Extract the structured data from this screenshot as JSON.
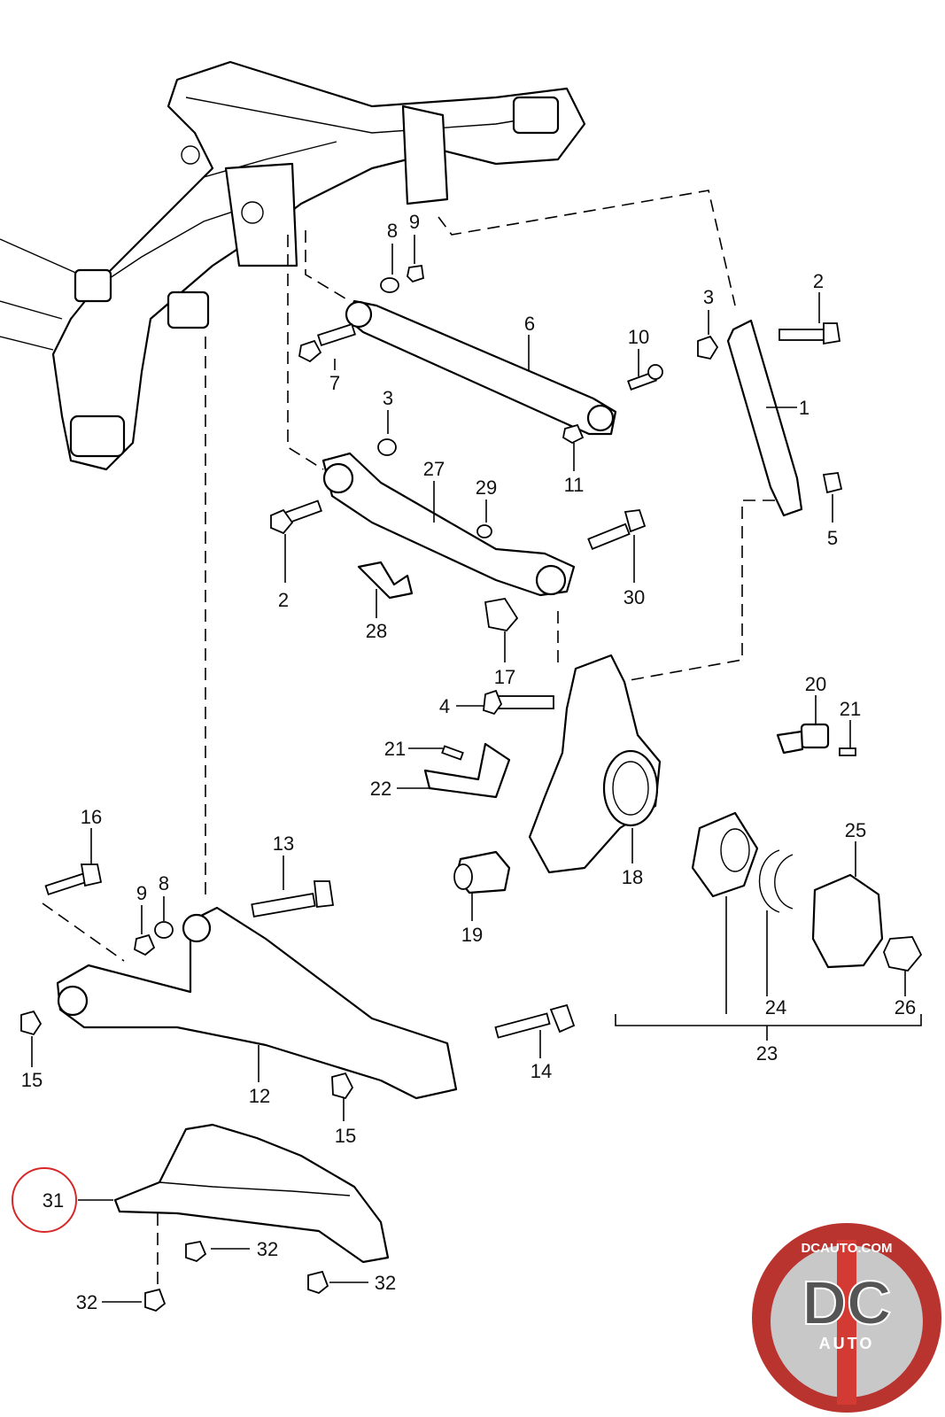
{
  "diagram": {
    "callouts": [
      {
        "id": "c1",
        "label": "1"
      },
      {
        "id": "c2a",
        "label": "2"
      },
      {
        "id": "c2b",
        "label": "2"
      },
      {
        "id": "c3a",
        "label": "3"
      },
      {
        "id": "c3b",
        "label": "3"
      },
      {
        "id": "c4",
        "label": "4"
      },
      {
        "id": "c5",
        "label": "5"
      },
      {
        "id": "c6",
        "label": "6"
      },
      {
        "id": "c7",
        "label": "7"
      },
      {
        "id": "c8a",
        "label": "8"
      },
      {
        "id": "c8b",
        "label": "8"
      },
      {
        "id": "c9a",
        "label": "9"
      },
      {
        "id": "c9b",
        "label": "9"
      },
      {
        "id": "c10",
        "label": "10"
      },
      {
        "id": "c11",
        "label": "11"
      },
      {
        "id": "c12",
        "label": "12"
      },
      {
        "id": "c13",
        "label": "13"
      },
      {
        "id": "c14",
        "label": "14"
      },
      {
        "id": "c15a",
        "label": "15"
      },
      {
        "id": "c15b",
        "label": "15"
      },
      {
        "id": "c16",
        "label": "16"
      },
      {
        "id": "c17",
        "label": "17"
      },
      {
        "id": "c18",
        "label": "18"
      },
      {
        "id": "c19",
        "label": "19"
      },
      {
        "id": "c20",
        "label": "20"
      },
      {
        "id": "c21a",
        "label": "21"
      },
      {
        "id": "c21b",
        "label": "21"
      },
      {
        "id": "c22",
        "label": "22"
      },
      {
        "id": "c23",
        "label": "23"
      },
      {
        "id": "c24",
        "label": "24"
      },
      {
        "id": "c25",
        "label": "25"
      },
      {
        "id": "c26",
        "label": "26"
      },
      {
        "id": "c27",
        "label": "27"
      },
      {
        "id": "c28",
        "label": "28"
      },
      {
        "id": "c29",
        "label": "29"
      },
      {
        "id": "c30",
        "label": "30"
      },
      {
        "id": "c31",
        "label": "31"
      },
      {
        "id": "c32a",
        "label": "32"
      },
      {
        "id": "c32b",
        "label": "32"
      },
      {
        "id": "c32c",
        "label": "32"
      }
    ],
    "highlight": {
      "label": "31",
      "color": "#d62828"
    }
  },
  "logo": {
    "site": "DCAUTO.COM",
    "mark": "DC",
    "word": "AUTO",
    "colors": {
      "ring": "#b9342f",
      "inner": "#c8c8c8",
      "band": "#d23a33",
      "accent": "#ffffff"
    }
  }
}
